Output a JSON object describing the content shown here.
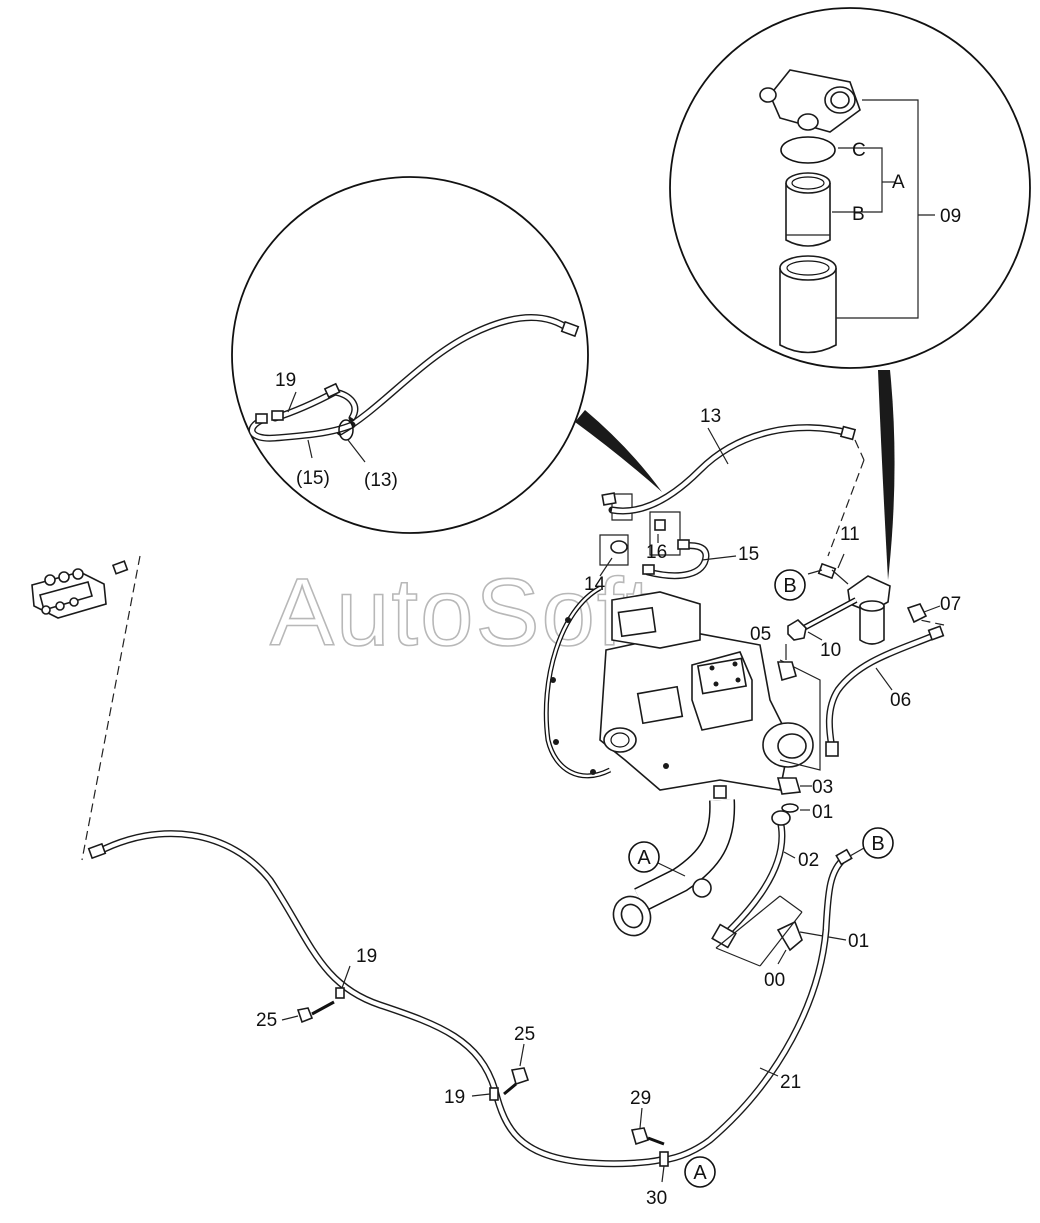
{
  "watermark": "AutoSoft",
  "parts": [
    {
      "id": "p13",
      "text": "13"
    },
    {
      "id": "p11",
      "text": "11"
    },
    {
      "id": "p16",
      "text": "16"
    },
    {
      "id": "p15",
      "text": "15"
    },
    {
      "id": "p14",
      "text": "14"
    },
    {
      "id": "p10",
      "text": "10"
    },
    {
      "id": "p07",
      "text": "07"
    },
    {
      "id": "p05",
      "text": "05"
    },
    {
      "id": "p06",
      "text": "06"
    },
    {
      "id": "p03",
      "text": "03"
    },
    {
      "id": "p01a",
      "text": "01"
    },
    {
      "id": "p02",
      "text": "02"
    },
    {
      "id": "p01b",
      "text": "01"
    },
    {
      "id": "p00",
      "text": "00"
    },
    {
      "id": "p19a",
      "text": "19"
    },
    {
      "id": "p25a",
      "text": "25"
    },
    {
      "id": "p25b",
      "text": "25"
    },
    {
      "id": "p19b",
      "text": "19"
    },
    {
      "id": "p29",
      "text": "29"
    },
    {
      "id": "p21",
      "text": "21"
    },
    {
      "id": "p19c",
      "text": "19"
    },
    {
      "id": "p15ref",
      "text": "(15)"
    },
    {
      "id": "p13ref",
      "text": "(13)"
    },
    {
      "id": "p30",
      "text": "30"
    },
    {
      "id": "p09",
      "text": "09"
    },
    {
      "id": "pA_kit",
      "text": "A"
    },
    {
      "id": "pB_kit",
      "text": "B"
    },
    {
      "id": "pC_kit",
      "text": "C"
    }
  ],
  "callouts": [
    {
      "id": "cB1",
      "text": "B"
    },
    {
      "id": "cA1",
      "text": "A"
    },
    {
      "id": "cB2",
      "text": "B"
    },
    {
      "id": "cA2",
      "text": "A"
    }
  ]
}
